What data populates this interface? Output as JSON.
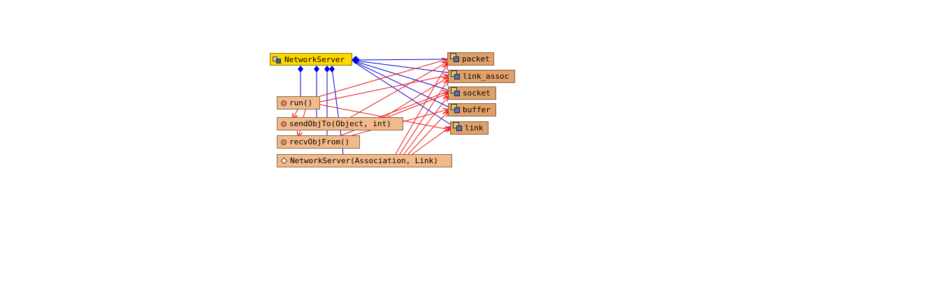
{
  "diagram": {
    "class_node": {
      "label": "NetworkServer",
      "icon": "class-icon"
    },
    "methods": [
      {
        "label": "run()",
        "icon": "method-icon"
      },
      {
        "label": "sendObjTo(Object, int)",
        "icon": "method-icon"
      },
      {
        "label": "recvObjFrom()",
        "icon": "method-icon"
      },
      {
        "label": "NetworkServer(Association, Link)",
        "icon": "constructor-icon"
      }
    ],
    "fields": [
      {
        "label": "packet",
        "icon": "field-icon"
      },
      {
        "label": "link_assoc",
        "icon": "field-icon"
      },
      {
        "label": "socket",
        "icon": "field-icon"
      },
      {
        "label": "buffer",
        "icon": "field-icon"
      },
      {
        "label": "link",
        "icon": "field-icon"
      }
    ],
    "colors": {
      "containment_edge": "#0000dd",
      "reference_edge": "#ee1111",
      "class_fill": "#ffd800",
      "method_fill": "#f2b98a",
      "field_fill": "#e0a06a"
    }
  }
}
